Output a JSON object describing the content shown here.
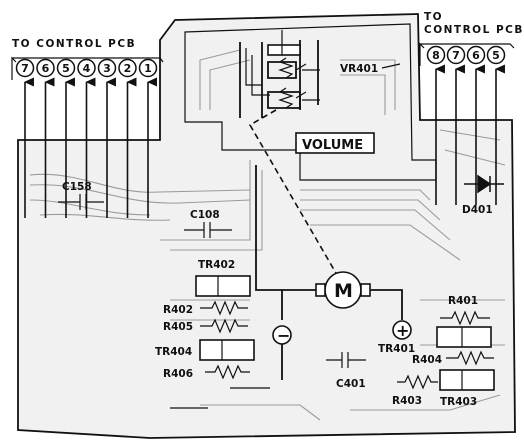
{
  "headers": {
    "left": "TO CONTROL PCB",
    "right_line1": "TO",
    "right_line2": "CONTROL PCB"
  },
  "left_pins": [
    "7",
    "6",
    "5",
    "4",
    "3",
    "2",
    "1"
  ],
  "right_pins": [
    "8",
    "7",
    "6",
    "5"
  ],
  "volume_label": "VOLUME",
  "motor_symbol": "M",
  "polarity": {
    "minus": "−",
    "plus": "+"
  },
  "components": {
    "vr401": "VR401",
    "c158": "C158",
    "c108": "C108",
    "d401": "D401",
    "tr402": "TR402",
    "r402": "R402",
    "r405": "R405",
    "tr404": "TR404",
    "r406": "R406",
    "r401": "R401",
    "tr401": "TR401",
    "r404": "R404",
    "c401": "C401",
    "r403": "R403",
    "tr403": "TR403"
  },
  "colors": {
    "ink": "#111111",
    "board": "#f1f1f1",
    "trace": "#9a9a9a"
  }
}
